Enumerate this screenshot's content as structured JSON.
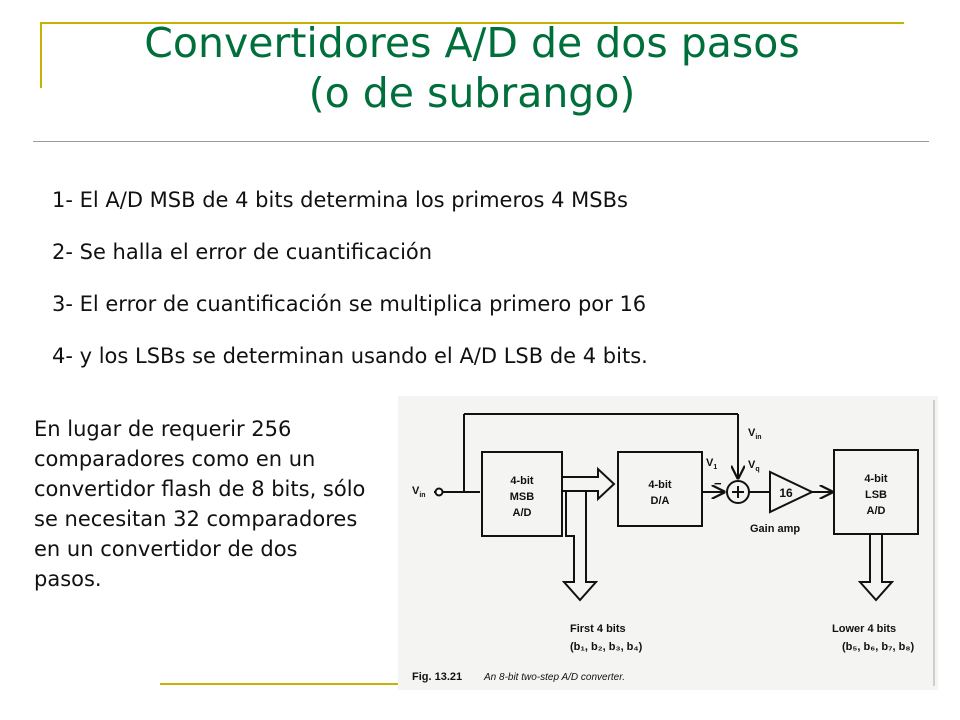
{
  "title": {
    "line1": "Convertidores A/D de dos pasos",
    "line2": "(o de subrango)"
  },
  "steps": [
    "1- El A/D MSB de 4 bits determina los primeros 4 MSBs",
    "2- Se halla el error de cuantificación",
    "3- El error de cuantificación se multiplica primero por 16",
    "4- y los LSBs se determinan usando el A/D LSB de 4 bits."
  ],
  "note": "En lugar de requerir 256 comparadores como en un convertidor flash de 8 bits, sólo se necesitan 32 comparadores en un convertidor de dos pasos.",
  "diagram": {
    "vin_left": "V",
    "vin_left_sub": "in",
    "vin_top": "V",
    "vin_top_sub": "in",
    "v1": "V",
    "v1_sub": "1",
    "vq": "V",
    "vq_sub": "q",
    "msb_block": [
      "4-bit",
      "MSB",
      "A/D"
    ],
    "da_block": [
      "4-bit",
      "D/A"
    ],
    "lsb_block": [
      "4-bit",
      "LSB",
      "A/D"
    ],
    "gain_value": "16",
    "gain_label": "Gain amp",
    "sum_plus": "+",
    "sum_minus": "−",
    "first_bits_label": "First 4 bits",
    "first_bits_list": "(b₁, b₂, b₃, b₄)",
    "lower_bits_label": "Lower 4 bits",
    "lower_bits_list": "(b₅, b₆, b₇, b₈)",
    "caption_fig": "Fig. 13.21",
    "caption_text": "An 8-bit two-step A/D converter."
  }
}
